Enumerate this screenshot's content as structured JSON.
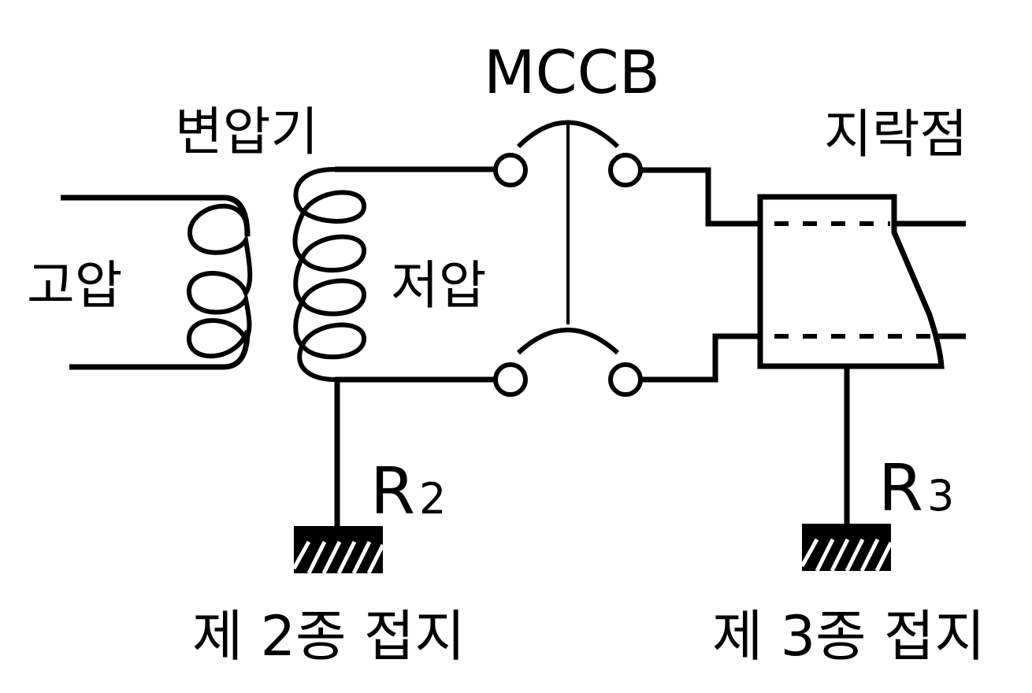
{
  "diagram": {
    "title": "Transformer secondary grounding and ground fault circuit",
    "labels": {
      "high_voltage": "고압",
      "transformer": "변압기",
      "low_voltage": "저압",
      "breaker": "MCCB",
      "fault_point": "지락점",
      "r2_main": "R",
      "r2_sub": "2",
      "r3_main": "R",
      "r3_sub": "3",
      "ground_class2": "제 2종 접지",
      "ground_class3": "제 3종 접지"
    },
    "components": [
      {
        "id": "primary-coil",
        "type": "coil",
        "turns": 3,
        "label": "고압"
      },
      {
        "id": "secondary-coil",
        "type": "coil",
        "turns": 4,
        "label": "저압"
      },
      {
        "id": "mccb",
        "type": "circuit-breaker",
        "poles": 2,
        "label": "MCCB"
      },
      {
        "id": "load-enclosure",
        "type": "enclosure-with-fault",
        "label": "지락점"
      },
      {
        "id": "ground-r2",
        "type": "earth-ground",
        "resistance": "R2",
        "label": "제 2종 접지"
      },
      {
        "id": "ground-r3",
        "type": "earth-ground",
        "resistance": "R3",
        "label": "제 3종 접지"
      }
    ],
    "colors": {
      "line": "#000000",
      "background": "#ffffff"
    }
  }
}
